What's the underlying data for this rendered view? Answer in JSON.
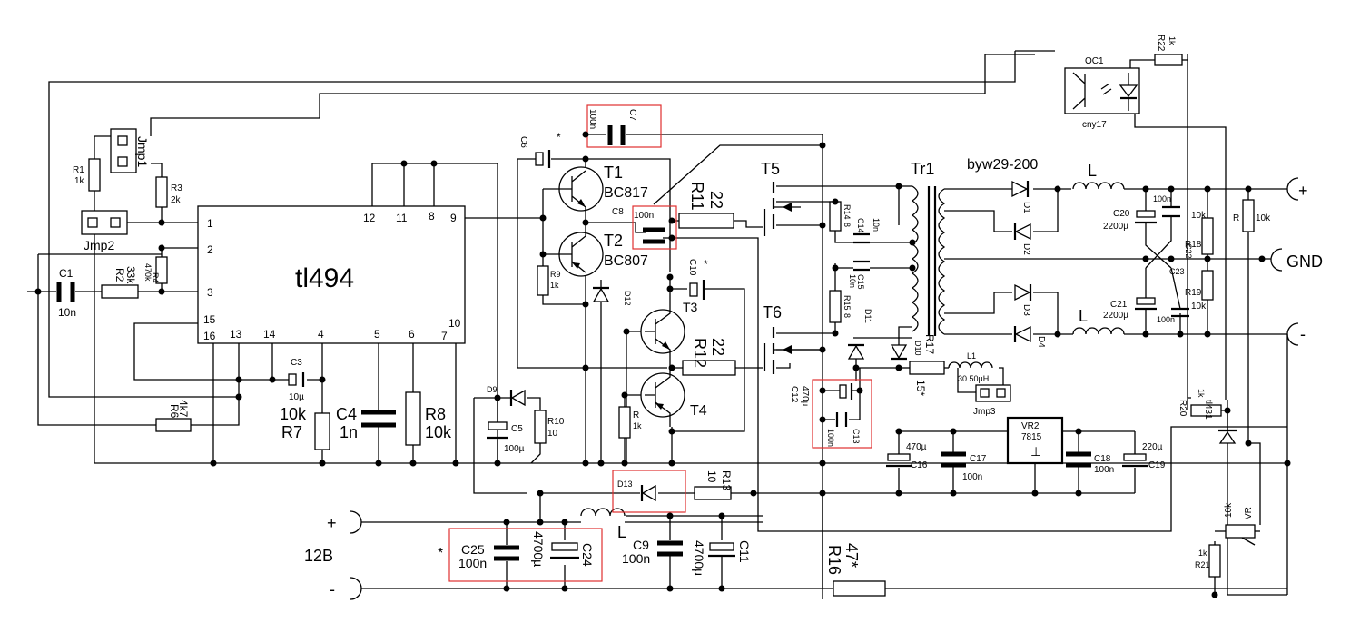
{
  "ic": {
    "name": "tl494",
    "pins": [
      "1",
      "2",
      "3",
      "15",
      "16",
      "13",
      "14",
      "4",
      "5",
      "6",
      "7",
      "10",
      "12",
      "11",
      "8",
      "9"
    ]
  },
  "jumpers": {
    "jmp1": "Jmp1",
    "jmp2": "Jmp2",
    "jmp3": "Jmp3"
  },
  "resistors": {
    "r1": "R1",
    "r1_val": "1k",
    "r2": "R2",
    "r2_val": "33k",
    "r3": "R3",
    "r3_val": "2k",
    "r4": "R4",
    "r4_val": "470k",
    "r6": "R6",
    "r6_val": "4k7",
    "r7": "R7",
    "r7_val": "10k",
    "r8": "R8",
    "r8_val": "10k",
    "r9": "R9",
    "r9_val": "1k",
    "r10": "R10",
    "r10_val": "10",
    "r11": "R11",
    "r11_val": "22",
    "r12": "R12",
    "r12_val": "22",
    "r13": "R13",
    "r13_val": "10",
    "r14": "R14",
    "r14_val": "8",
    "r15": "R15",
    "r15_val": "8",
    "r16": "R16",
    "r16_val": "47*",
    "r17": "R17",
    "r17_val": "15*",
    "r18": "R18",
    "r18_val": "10k",
    "r19": "R19",
    "r19_val": "10k",
    "r20": "R20",
    "r20_val": "1k",
    "r21": "R21",
    "r21_val": "1k",
    "r22": "R22",
    "r22_val": "1k",
    "r_top": "R",
    "r_top_val": "10k",
    "r_t4": "R",
    "r_t4_val": "1k",
    "vr": "VR",
    "vr_val": "10k"
  },
  "capacitors": {
    "c1": "C1",
    "c1_val": "10n",
    "c3": "C3",
    "c3_val": "10µ",
    "c4": "C4",
    "c4_val": "1n",
    "c5": "C5",
    "c5_val": "100µ",
    "c6": "C6",
    "c6_star": "*",
    "c7": "C7",
    "c7_val": "100n",
    "c8": "C8",
    "c8_val": "100n",
    "c9": "C9",
    "c9_val": "100n",
    "c10": "C10",
    "c10_star": "*",
    "c11": "C11",
    "c11_val": "4700µ",
    "c12": "C12",
    "c12_val": "470µ",
    "c13": "C13",
    "c13_val": "100n",
    "c14": "C14",
    "c14_val": "10n",
    "c15": "C15",
    "c15_val": "10n",
    "c16": "C16",
    "c16_val": "470µ",
    "c17": "C17",
    "c17_val": "100n",
    "c18": "C18",
    "c18_val": "100n",
    "c19": "C19",
    "c19_val": "220µ",
    "c20": "C20",
    "c20_val": "2200µ",
    "c21": "C21",
    "c21_val": "2200µ",
    "c22": "C22",
    "c22_val": "100n",
    "c23": "C23",
    "c23_val": "100n",
    "c24": "C24",
    "c24_val": "4700µ",
    "c25": "C25",
    "c25_val": "100n",
    "c25_star": "*"
  },
  "transistors": {
    "t1": "T1",
    "t1_type": "BC817",
    "t2": "T2",
    "t2_type": "BC807",
    "t3": "T3",
    "t4": "T4",
    "t5": "T5",
    "t6": "T6"
  },
  "diodes": {
    "d1": "D1",
    "d2": "D2",
    "d3": "D3",
    "d4": "D4",
    "d9": "D9",
    "d10": "D10",
    "d11": "D11",
    "d12": "D12",
    "d13": "D13",
    "rect_type": "byw29-200"
  },
  "magnetics": {
    "tr1": "Tr1",
    "l_out1": "L",
    "l_out2": "L",
    "l_in": "L",
    "l1": "L1",
    "l1_val": "30.50µH"
  },
  "regulators": {
    "vr2": "VR2",
    "vr2_type": "7815",
    "vr2_gnd": "⊥",
    "shunt": "tl431"
  },
  "optocoupler": {
    "name": "OC1",
    "type": "cny17"
  },
  "terminals": {
    "in_plus": "+",
    "in_minus": "-",
    "in_label": "12B",
    "out_plus": "+",
    "out_gnd": "GND",
    "out_minus": "-"
  }
}
